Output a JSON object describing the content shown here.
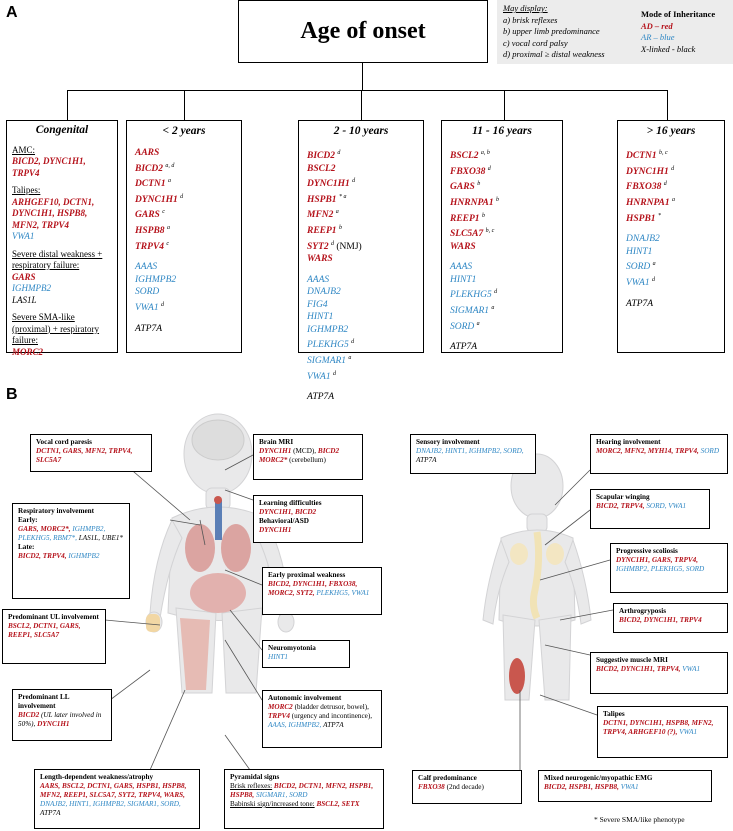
{
  "panelA": {
    "letter": "A",
    "title": "Age of onset",
    "display": {
      "heading": "May display:",
      "items": [
        "a) brisk reflexes",
        "b) upper limb predominance",
        "c) vocal cord palsy",
        "d) proximal ≥ distal weakness"
      ]
    },
    "inheritance": {
      "heading": "Mode of Inheritance",
      "ad": "AD – red",
      "ar": "AR – blue",
      "xl": "X-linked - black"
    },
    "colors": {
      "red": "#b5121b",
      "blue": "#2f87c4"
    }
  },
  "congenital": {
    "title": "Congenital",
    "amc_label": "AMC:",
    "amc_genes": "BICD2, DYNC1H1, TRPV4",
    "talipes_label": "Talipes:",
    "talipes_genes": "ARHGEF10, DCTN1, DYNC1H1, HSPB8, MFN2, TRPV4",
    "talipes_ar": "VWA1",
    "distal_label": "Severe distal weakness + respiratory failure:",
    "distal_ad": "GARS",
    "distal_ar": "IGHMPB2",
    "distal_x": "LAS1L",
    "sma_label": "Severe SMA-like (proximal) + respiratory failure:",
    "sma_ad": "MORC2"
  },
  "under2": {
    "title": "< 2 years",
    "ad": [
      "AARS",
      "BICD2",
      "DCTN1",
      "DYNC1H1",
      "GARS",
      "HSPB8",
      "TRPV4"
    ],
    "ad_sup": [
      "",
      "a, d",
      "a",
      "d",
      "c",
      "a",
      "c"
    ],
    "ar": [
      "AAAS",
      "IGHMPB2",
      "SORD",
      "VWA1"
    ],
    "ar_sup": [
      "",
      "",
      "",
      "d"
    ],
    "x": "ATP7A"
  },
  "y2to10": {
    "title": "2 - 10 years",
    "ad": [
      "BICD2",
      "BSCL2",
      "DYNC1H1",
      "HSPB1",
      "MFN2",
      "REEP1",
      "SYT2",
      "WARS"
    ],
    "ad_sup": [
      "d",
      "",
      "d",
      "* a",
      "a",
      "b",
      "d",
      ""
    ],
    "syt2_note": "(NMJ)",
    "ar": [
      "AAAS",
      "DNAJB2",
      "FIG4",
      "HINT1",
      "IGHMPB2",
      "PLEKHG5",
      "SIGMAR1",
      "VWA1"
    ],
    "ar_sup": [
      "",
      "",
      "",
      "",
      "",
      "d",
      "a",
      "d"
    ],
    "x": "ATP7A"
  },
  "y11to16": {
    "title": "11 - 16 years",
    "ad": [
      "BSCL2",
      "FBXO38",
      "GARS",
      "HNRNPA1",
      "REEP1",
      "SLC5A7",
      "WARS"
    ],
    "ad_sup": [
      "a, b",
      "d",
      "b",
      "b",
      "b",
      "b, c",
      ""
    ],
    "ar": [
      "AAAS",
      "HINT1",
      "PLEKHG5",
      "SIGMAR1",
      "SORD"
    ],
    "ar_sup": [
      "",
      "",
      "d",
      "a",
      "a"
    ],
    "x": "ATP7A"
  },
  "over16": {
    "title": "> 16 years",
    "ad": [
      "DCTN1",
      "DYNC1H1",
      "FBXO38",
      "HNRNPA1",
      "HSPB1"
    ],
    "ad_sup": [
      "b, c",
      "d",
      "d",
      "a",
      "*"
    ],
    "ar": [
      "DNAJB2",
      "HINT1",
      "SORD",
      "VWA1"
    ],
    "ar_sup": [
      "",
      "",
      "a",
      "d"
    ],
    "x": "ATP7A"
  },
  "panelB": {
    "letter": "B",
    "vocal": {
      "title": "Vocal cord paresis",
      "genes": "DCTN1, GARS, MFN2, TRPV4, SLC5A7"
    },
    "resp": {
      "title": "Respiratory involvement",
      "early": "Early:",
      "early_ad": "GARS, MORC2*,",
      "early_ar": "IGHMPB2, PLEKHG5, RBM7*,",
      "early_x": "LAS1L, UBE1*",
      "late": "Late:",
      "late_ad": "BICD2, TRPV4,",
      "late_ar": "IGHMPB2"
    },
    "ul": {
      "title": "Predominant UL involvement",
      "genes": "BSCL2, DCTN1, GARS, REEP1, SLC5A7"
    },
    "ll": {
      "title": "Predominant LL involvement",
      "g1": "BICD2",
      "n1": "(UL later involved in 50%),",
      "g2": "DYNC1H1"
    },
    "length": {
      "title": "Length-dependent weakness/atrophy",
      "ad": "AARS, BSCL2, DCTN1, GARS, HSPB1, HSPB8, MFN2, REEP1, SLC5A7, SYT2, TRPV4, WARS,",
      "ar": "DNAJB2, HINT1, IGHMPB2, SIGMAR1, SORD,",
      "x": "ATP7A"
    },
    "mri": {
      "title": "Brain MRI",
      "g1": "DYNC1H1",
      "n1": "(MCD),",
      "g2": "BICD2",
      "g3": "MORC2*",
      "n3": "(cerebellum)"
    },
    "learn": {
      "title": "Learning difficulties",
      "genes": "DYNC1H1, BICD2",
      "title2": "Behavioral/ASD",
      "genes2": "DYNC1H1"
    },
    "early": {
      "title": "Early proximal weakness",
      "ad": "BICD2, DYNC1H1, FBXO38, MORC2, SYT2,",
      "ar": "PLEKHG5, VWA1"
    },
    "neuromyo": {
      "title": "Neuromyotonia",
      "ar": "HINT1"
    },
    "auto": {
      "title": "Autonomic involvement",
      "g1": "MORC2",
      "n1": "(bladder detrusor, bowel),",
      "g2": "TRPV4",
      "n2": "(urgency and incontinence),",
      "ar": "AAAS, IGHMPB2,",
      "x": "ATP7A"
    },
    "pyr": {
      "title": "Pyramidal signs",
      "l1": "Brisk reflexes:",
      "ad1": "BICD2, DCTN1, MFN2, HSPB1, HSPB8,",
      "ar1": "SIGMAR1, SORD",
      "l2": "Babinski sign/increased tone:",
      "ad2": "BSCL2, SETX"
    },
    "sensory": {
      "title": "Sensory involvement",
      "ar": "DNAJB2, HINT1, IGHMPB2, SORD,",
      "x": "ATP7A"
    },
    "hearing": {
      "title": "Hearing involvement",
      "ad": "MORC2, MFN2, MYH14, TRPV4,",
      "ar": "SORD"
    },
    "scap": {
      "title": "Scapular winging",
      "ad": "BICD2, TRPV4,",
      "ar": "SORD, VWA1"
    },
    "scol": {
      "title": "Progressive scoliosis",
      "ad": "DYNC1H1, GARS, TRPV4,",
      "ar": "IGHMBP2, PLEKHG5, SORD"
    },
    "arthro": {
      "title": "Arthrogryposis",
      "ad": "BICD2, DYNC1H1, TRPV4"
    },
    "musmri": {
      "title": "Suggestive muscle MRI",
      "ad": "BICD2, DYNC1H1, TRPV4,",
      "ar": "VWA1"
    },
    "talipes": {
      "title": "Talipes",
      "ad": "DCTN1, DYNC1H1, HSPB8, MFN2, TRPV4, ARHGEF10 (?),",
      "ar": "VWA1"
    },
    "calf": {
      "title": "Calf predominance",
      "g": "FBXO38",
      "n": "(2nd decade)"
    },
    "emg": {
      "title": "Mixed neurogenic/myopathic EMG",
      "ad": "BICD2, HSPB1, HSPB8,",
      "ar": "VWA1"
    },
    "footnote": "* Severe SMA/like phenotype"
  }
}
